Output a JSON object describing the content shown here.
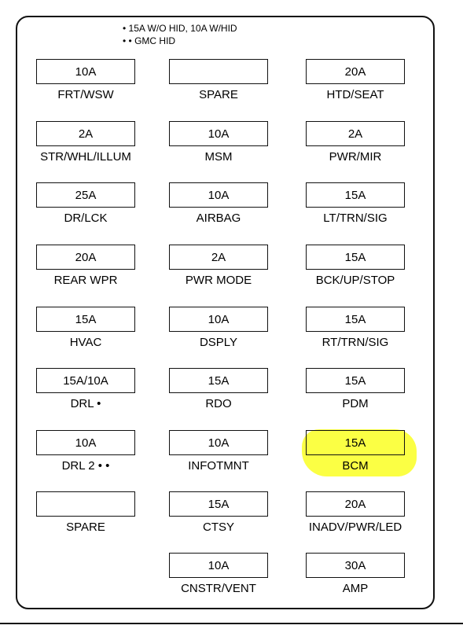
{
  "notes": [
    "• 15A W/O HID, 10A W/HID",
    "• • GMC HID"
  ],
  "rows": [
    [
      {
        "rating": "10A",
        "label": "FRT/WSW"
      },
      {
        "rating": "",
        "label": "SPARE"
      },
      {
        "rating": "20A",
        "label": "HTD/SEAT"
      }
    ],
    [
      {
        "rating": "2A",
        "label": "STR/WHL/ILLUM"
      },
      {
        "rating": "10A",
        "label": "MSM"
      },
      {
        "rating": "2A",
        "label": "PWR/MIR"
      }
    ],
    [
      {
        "rating": "25A",
        "label": "DR/LCK"
      },
      {
        "rating": "10A",
        "label": "AIRBAG"
      },
      {
        "rating": "15A",
        "label": "LT/TRN/SIG"
      }
    ],
    [
      {
        "rating": "20A",
        "label": "REAR WPR"
      },
      {
        "rating": "2A",
        "label": "PWR MODE"
      },
      {
        "rating": "15A",
        "label": "BCK/UP/STOP"
      }
    ],
    [
      {
        "rating": "15A",
        "label": "HVAC"
      },
      {
        "rating": "10A",
        "label": "DSPLY"
      },
      {
        "rating": "15A",
        "label": "RT/TRN/SIG"
      }
    ],
    [
      {
        "rating": "15A/10A",
        "label": "DRL •"
      },
      {
        "rating": "15A",
        "label": "RDO"
      },
      {
        "rating": "15A",
        "label": "PDM"
      }
    ],
    [
      {
        "rating": "10A",
        "label": "DRL 2 • •"
      },
      {
        "rating": "10A",
        "label": "INFOTMNT"
      },
      {
        "rating": "15A",
        "label": "BCM"
      }
    ],
    [
      {
        "rating": "",
        "label": "SPARE"
      },
      {
        "rating": "15A",
        "label": "CTSY"
      },
      {
        "rating": "20A",
        "label": "INADV/PWR/LED"
      }
    ],
    [
      null,
      {
        "rating": "10A",
        "label": "CNSTR/VENT"
      },
      {
        "rating": "30A",
        "label": "AMP"
      }
    ]
  ],
  "highlight_color": "#fbff3a"
}
